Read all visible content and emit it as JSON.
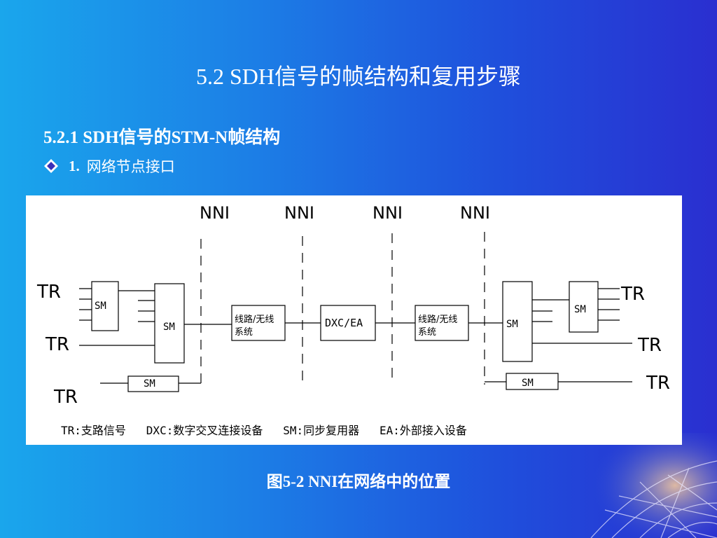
{
  "slide": {
    "title": "5.2  SDH信号的帧结构和复用步骤",
    "section_heading": "5.2.1  SDH信号的STM-N帧结构",
    "bullet": {
      "number": "1.",
      "text": "网络节点接口"
    },
    "caption": "图5-2  NNI在网络中的位置"
  },
  "diagram": {
    "nni_labels": [
      "NNI",
      "NNI",
      "NNI",
      "NNI"
    ],
    "tr_labels": [
      "TR",
      "TR",
      "TR",
      "TR",
      "TR",
      "TR"
    ],
    "sm_label": "SM",
    "line_system_label": [
      "线路/无线",
      "系统"
    ],
    "dxc_ea_label": "DXC/EA",
    "legend": "TR:支路信号   DXC:数字交叉连接设备   SM:同步复用器   EA:外部接入设备"
  },
  "colors": {
    "background_start": "#1aa6ec",
    "background_end": "#2a2fd0",
    "text": "#ffffff"
  }
}
